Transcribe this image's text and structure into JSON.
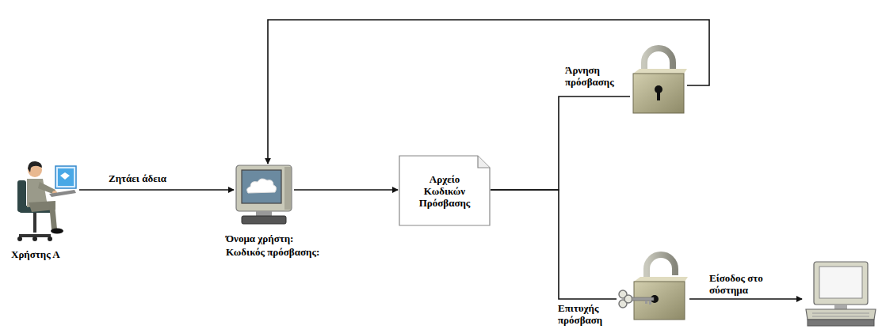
{
  "diagram": {
    "nodes": [
      {
        "text": [
          "Χρήστης Α"
        ]
      },
      {
        "text": [
          "Όνομα χρήστη:",
          "Κωδικός πρόσβασης:"
        ]
      },
      {
        "text": [
          "Αρχείο Κωδικών Πρόσβασης"
        ]
      },
      {
        "text": [
          "Άρνηση πρόσβασης"
        ]
      },
      {
        "text": [
          "Επιτυχής πρόσβαση"
        ]
      },
      {
        "text": []
      }
    ],
    "edges": [
      {
        "from": 0,
        "to": 1,
        "label": "Ζητάει άδεια",
        "arrow": "to"
      },
      {
        "from": 1,
        "to": 2,
        "arrow": "to"
      },
      {
        "from": 2,
        "to": 3,
        "arrow": "none"
      },
      {
        "from": 2,
        "to": 4,
        "arrow": "none"
      },
      {
        "from": 3,
        "to": 1,
        "arrow": "to"
      },
      {
        "from": 4,
        "to": 5,
        "label": "Είσοδος στο σύστημα",
        "arrow": "to"
      }
    ]
  }
}
